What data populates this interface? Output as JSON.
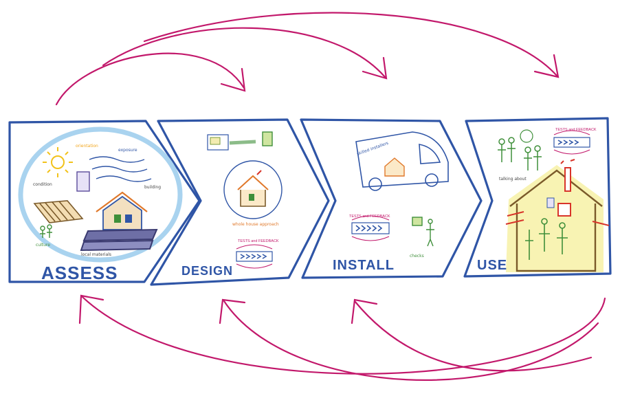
{
  "colors": {
    "panel_stroke": "#2f55a6",
    "loop_arrows": "#c2186b",
    "sketch_green": "#3f8f3a",
    "sketch_orange": "#e0782a",
    "sketch_red": "#d8342a",
    "halo": "#a9d3ef",
    "highlight": "#f7f1a6"
  },
  "stages": [
    {
      "id": "assess",
      "label": "ASSESS"
    },
    {
      "id": "design",
      "label": "DESIGN"
    },
    {
      "id": "install",
      "label": "INSTALL"
    },
    {
      "id": "use",
      "label": "USE"
    }
  ],
  "notes": {
    "tests_feedback": "TESTS and FEEDBACK"
  },
  "icons": {
    "top_arrows": "curved-forward-arrow-icon",
    "bottom_arrows": "curved-feedback-arrow-icon",
    "sun": "sun-icon",
    "wind": "wind-icon",
    "house": "house-icon",
    "van": "van-icon",
    "people": "people-icon"
  }
}
